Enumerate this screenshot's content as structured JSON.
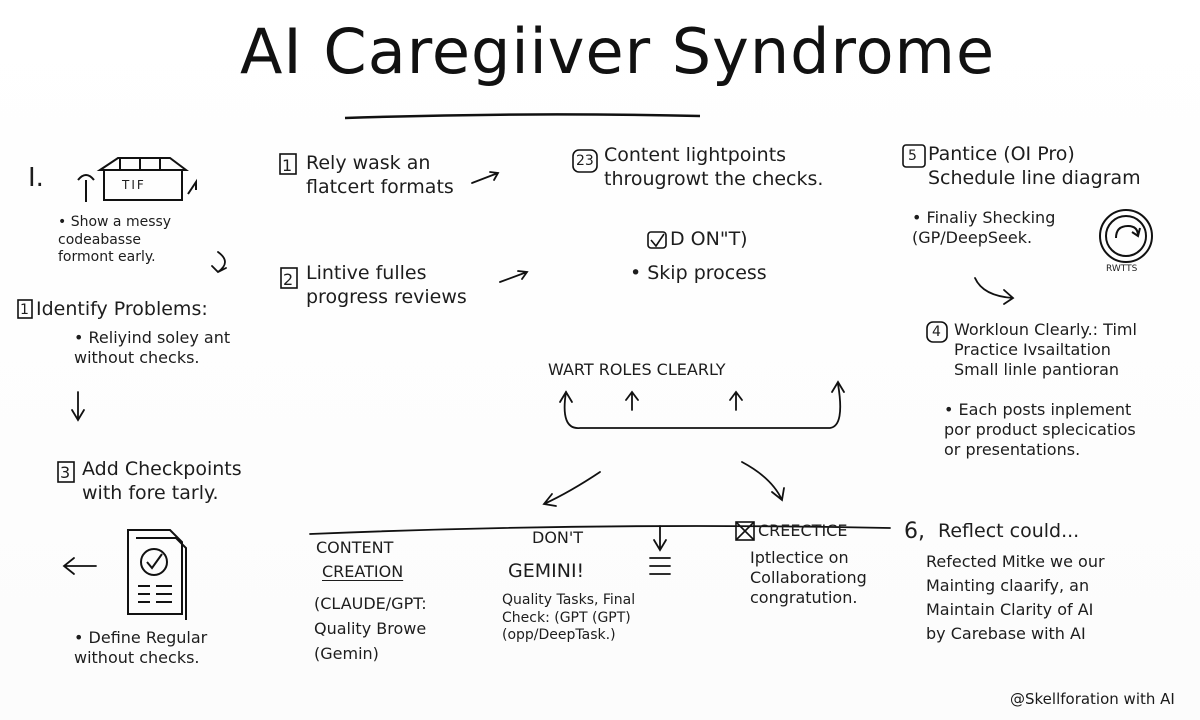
{
  "title": "AI Caregiiver Syndrome",
  "intro": {
    "numeral": "I.",
    "sign_text": "TIF",
    "note": "• Show a messy codeabasse\nformont early."
  },
  "identify": {
    "heading": "Identify Problems:",
    "body": "• Reliyind soley ant\nwithout checks."
  },
  "add_checkpoints": {
    "heading": "Add Checkpoints\nwith fore tarly."
  },
  "define_regular": {
    "body": "• Define Regular\nwithout checks."
  },
  "rely": {
    "text": "Rely wask an\nflatcert formats"
  },
  "lintive": {
    "text": "Lintive fulles\nprogress reviews"
  },
  "content_lightpoints": {
    "text": "Content lightpoints\nthrougrowt the checks."
  },
  "dont": {
    "heading": "D ON\"T)",
    "body": "• Skip process"
  },
  "roles": {
    "label": "WART ROLES CLEARLY"
  },
  "pantice": {
    "heading": "Pantice (OI Pro)\nSchedule line diagram",
    "body": "• Finaliy Shecking\n(GP/DeepSeek."
  },
  "stamp": {
    "caption": "RWTTS"
  },
  "workloun": {
    "heading": "Workloun Clearly.: Timl\nPractice Ivsailtation\nSmall linle pantioran",
    "body": "• Each posts inplement\npor product splecicatios\nor presentations."
  },
  "content_creation": {
    "line1": "CONTENT",
    "line2": "CREATION",
    "body": "(CLAUDE/GPT:\nQuality Browe\n(Gemin)"
  },
  "dont_gemini": {
    "heading": "DON'T",
    "subheading": "GEMINI!",
    "body": "Quality Tasks, Final\nCheck: (GPT   (GPT)\n(opp/DeepTask.)"
  },
  "creectice": {
    "heading": "CREECTICE",
    "body": "Iptlectice on\nCollaborationg\ncongratution."
  },
  "reflect": {
    "heading": "Reflect could...",
    "body": "Refected Mitke we our\nMainting claarify, an\nMaintain Clarity of AI\nby Carebase with AI"
  },
  "credit": "@Skellforation with AI",
  "numbers": {
    "rely": "1",
    "lintive": "2",
    "content": "23",
    "pantice": "5",
    "workloun": "4",
    "identify": "1",
    "add": "3",
    "reflect": "6,"
  }
}
